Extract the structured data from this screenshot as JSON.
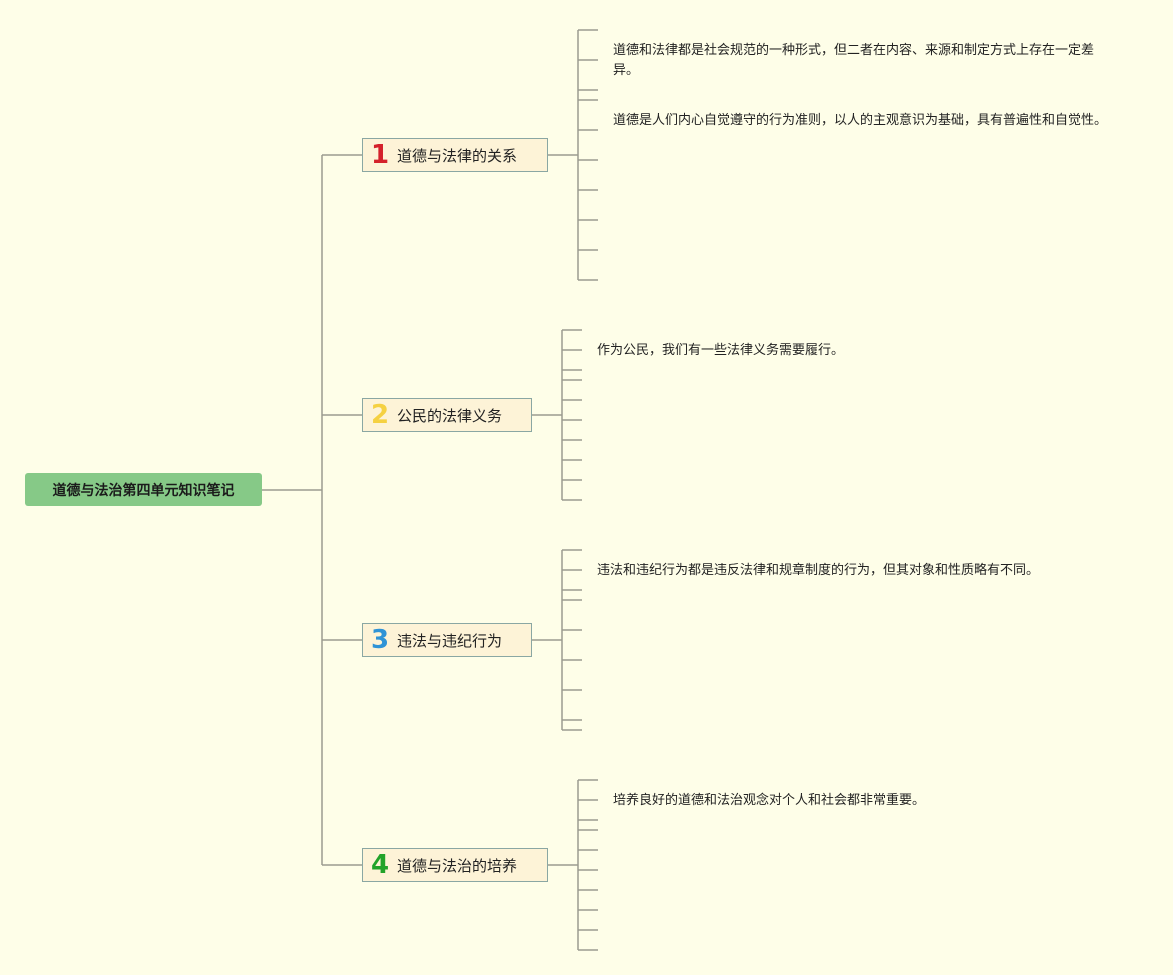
{
  "root": {
    "label": "道德与法治第四单元知识笔记"
  },
  "branches": [
    {
      "number": "1",
      "number_color": "#d4202a",
      "label": "道德与法律的关系",
      "leaves": [
        "道德和法律都是社会规范的一种形式，但二者在内容、来源和制定方式上存在一定差异。",
        "道德是人们内心自觉遵守的行为准则，以人的主观意识为基础，具有普遍性和自觉性。"
      ]
    },
    {
      "number": "2",
      "number_color": "#f5d142",
      "label": "公民的法律义务",
      "leaves": [
        "作为公民，我们有一些法律义务需要履行。"
      ]
    },
    {
      "number": "3",
      "number_color": "#2f93d6",
      "label": "违法与违纪行为",
      "leaves": [
        "违法和违纪行为都是违反法律和规章制度的行为，但其对象和性质略有不同。"
      ]
    },
    {
      "number": "4",
      "number_color": "#22a32a",
      "label": "道德与法治的培养",
      "leaves": [
        "培养良好的道德和法治观念对个人和社会都非常重要。"
      ]
    }
  ],
  "colors": {
    "background": "#fefee8",
    "root_fill": "#86c987",
    "branch_fill": "#fdf3d7",
    "line": "#9b9b8f"
  }
}
